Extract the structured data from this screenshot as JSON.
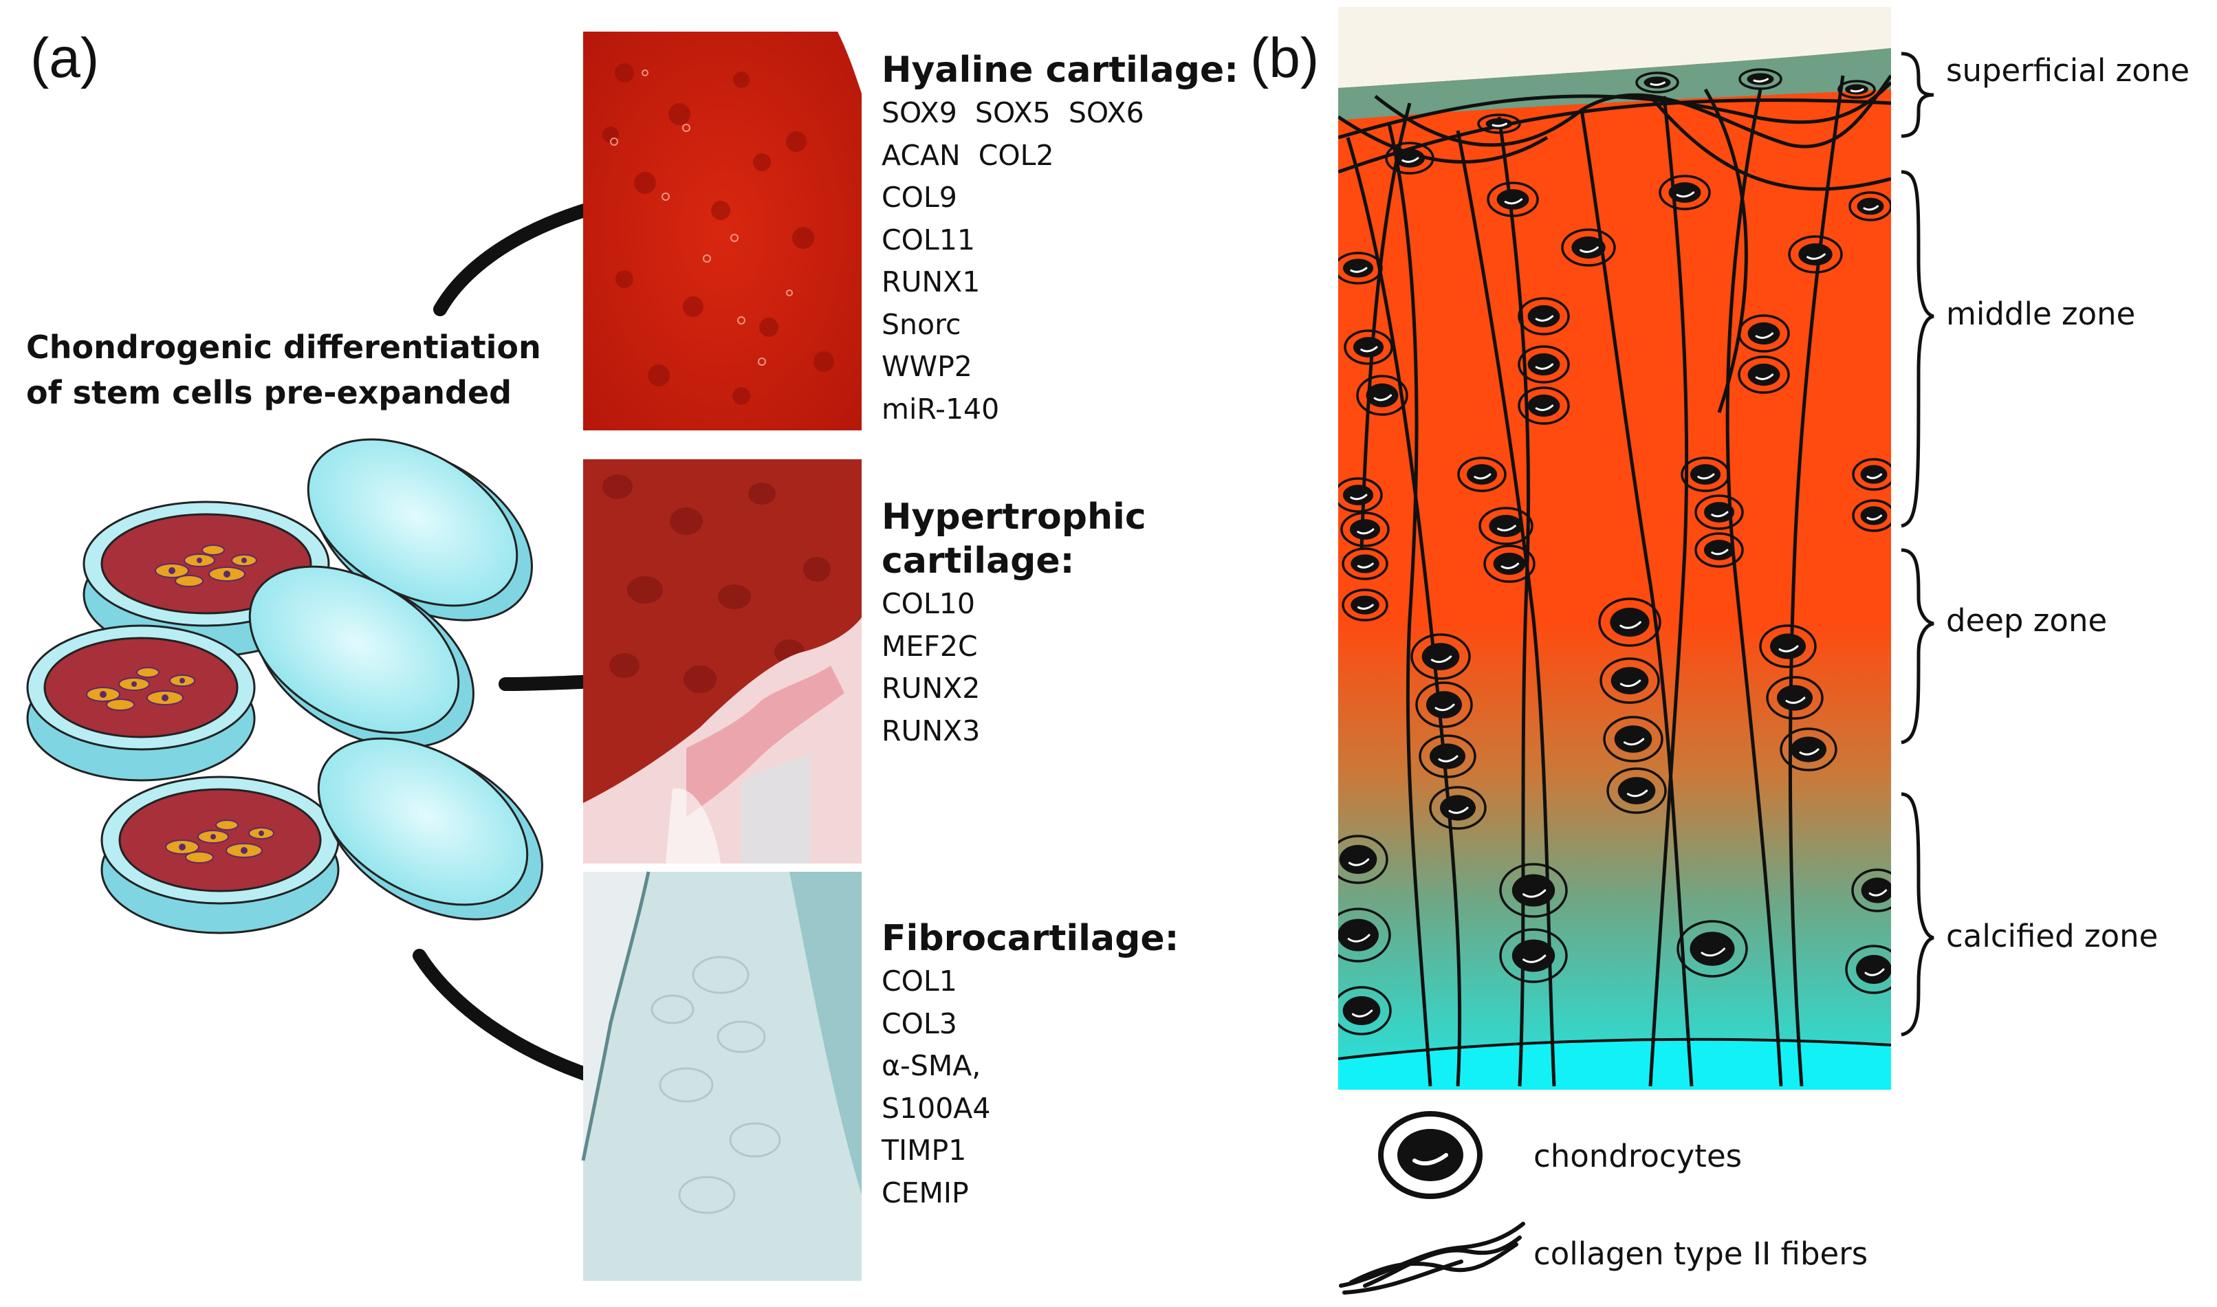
{
  "panel_a": {
    "label": "(a)",
    "caption": [
      "Chondrogenic differentiation",
      "of stem cells pre-expanded"
    ],
    "groups": [
      {
        "heading": [
          "Hyaline cartilage:"
        ],
        "markers": [
          "SOX9  SOX5  SOX6",
          "ACAN  COL2",
          "COL9",
          "COL11",
          "RUNX1",
          "Snorc",
          "WWP2",
          "miR-140"
        ],
        "image": "safranin-o-hyaline-cartilage-micrograph",
        "image_color": "#c9200d"
      },
      {
        "heading": [
          "Hypertrophic",
          "cartilage:"
        ],
        "markers": [
          "COL10",
          "MEF2C",
          "RUNX2",
          "RUNX3"
        ],
        "image": "hypertrophic-cartilage-micrograph",
        "image_color": "#a8251b"
      },
      {
        "heading": [
          "Fibrocartilage:"
        ],
        "markers": [
          "COL1",
          "COL3",
          "α-SMA,",
          "S100A4",
          "TIMP1",
          "CEMIP"
        ],
        "image": "fibrocartilage-micrograph",
        "image_color": "#cfe3e4"
      }
    ],
    "dish_color": "#a8303a",
    "dish_rim_color": "#9fe6ee"
  },
  "panel_b": {
    "label": "(b)",
    "zones": [
      "superficial zone",
      "middle zone",
      "deep zone",
      "calcified zone"
    ],
    "legend": [
      "chondrocytes",
      "collagen type II fibers"
    ],
    "colors": {
      "superficial": "#6f9f84",
      "cartilage": "#ff4a10",
      "calcified": "#20e7e2",
      "bone": "#12f2f6",
      "top_background": "#f8f3e8"
    }
  }
}
